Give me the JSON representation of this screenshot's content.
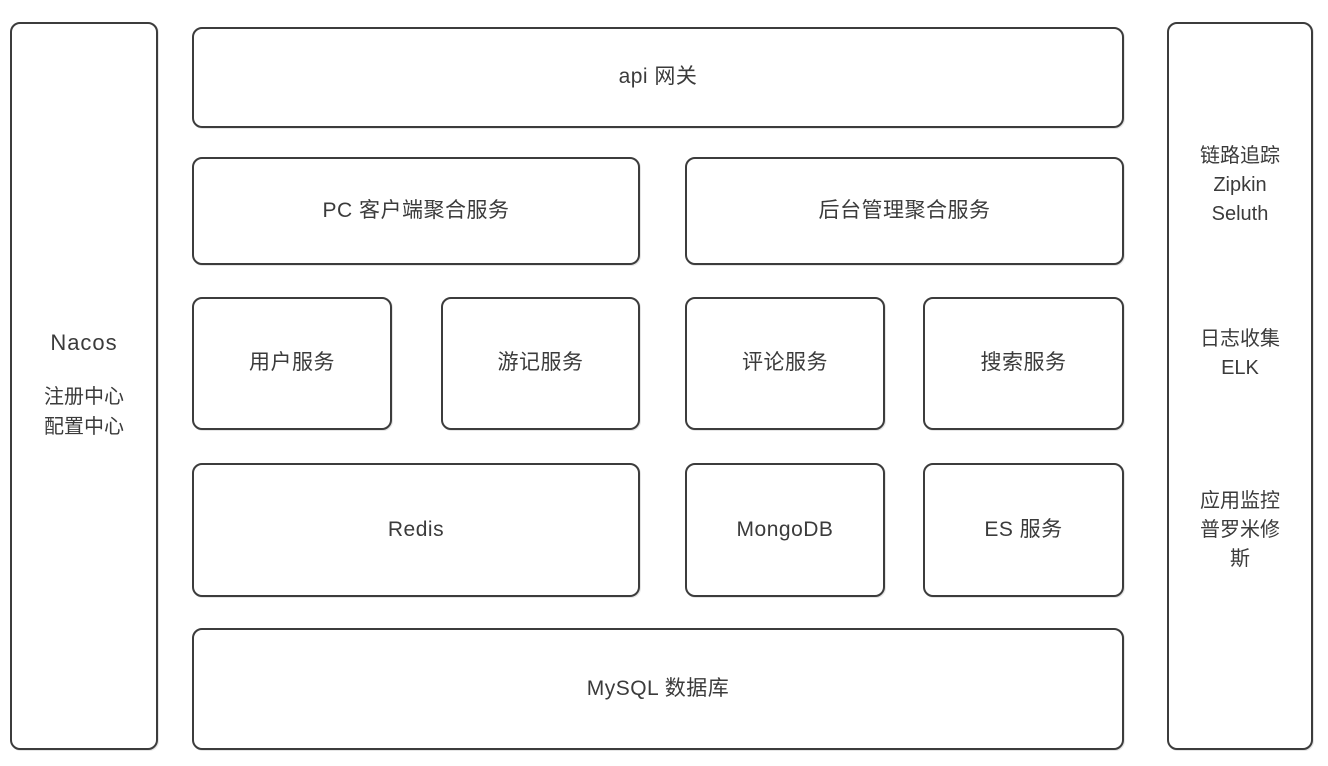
{
  "diagram": {
    "type": "architecture-diagram",
    "background_color": "#ffffff",
    "border_color": "#3c3c3c",
    "text_color": "#3b3b3b"
  },
  "registry_panel": {
    "title": "Nacos",
    "subtitle": "注册中心\n配置中心"
  },
  "ops_panel": {
    "blocks": [
      {
        "text": "链路追踪\nZipkin\nSeluth"
      },
      {
        "text": "日志收集\nELK"
      },
      {
        "text": "应用监控\n普罗米修\n斯"
      }
    ]
  },
  "gateway": {
    "label": "api 网关"
  },
  "aggregation_layer": {
    "items": [
      {
        "label": "PC 客户端聚合服务"
      },
      {
        "label": "后台管理聚合服务"
      }
    ]
  },
  "service_layer": {
    "items": [
      {
        "label": "用户服务"
      },
      {
        "label": "游记服务"
      },
      {
        "label": "评论服务"
      },
      {
        "label": "搜索服务"
      }
    ]
  },
  "storage_layer": {
    "items": [
      {
        "label": "Redis"
      },
      {
        "label": "MongoDB"
      },
      {
        "label": "ES 服务"
      }
    ]
  },
  "database_layer": {
    "label": "MySQL 数据库"
  }
}
